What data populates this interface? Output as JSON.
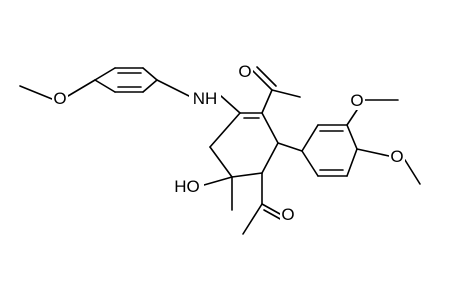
{
  "molecule": {
    "labels": {
      "methoxy_left": "O",
      "amine": "NH",
      "acetyl_top_oxygen": "O",
      "methoxy_right_upper": "O",
      "methoxy_right_lower": "O",
      "hydroxyl": "HO",
      "acetyl_bottom_oxygen": "O"
    }
  }
}
